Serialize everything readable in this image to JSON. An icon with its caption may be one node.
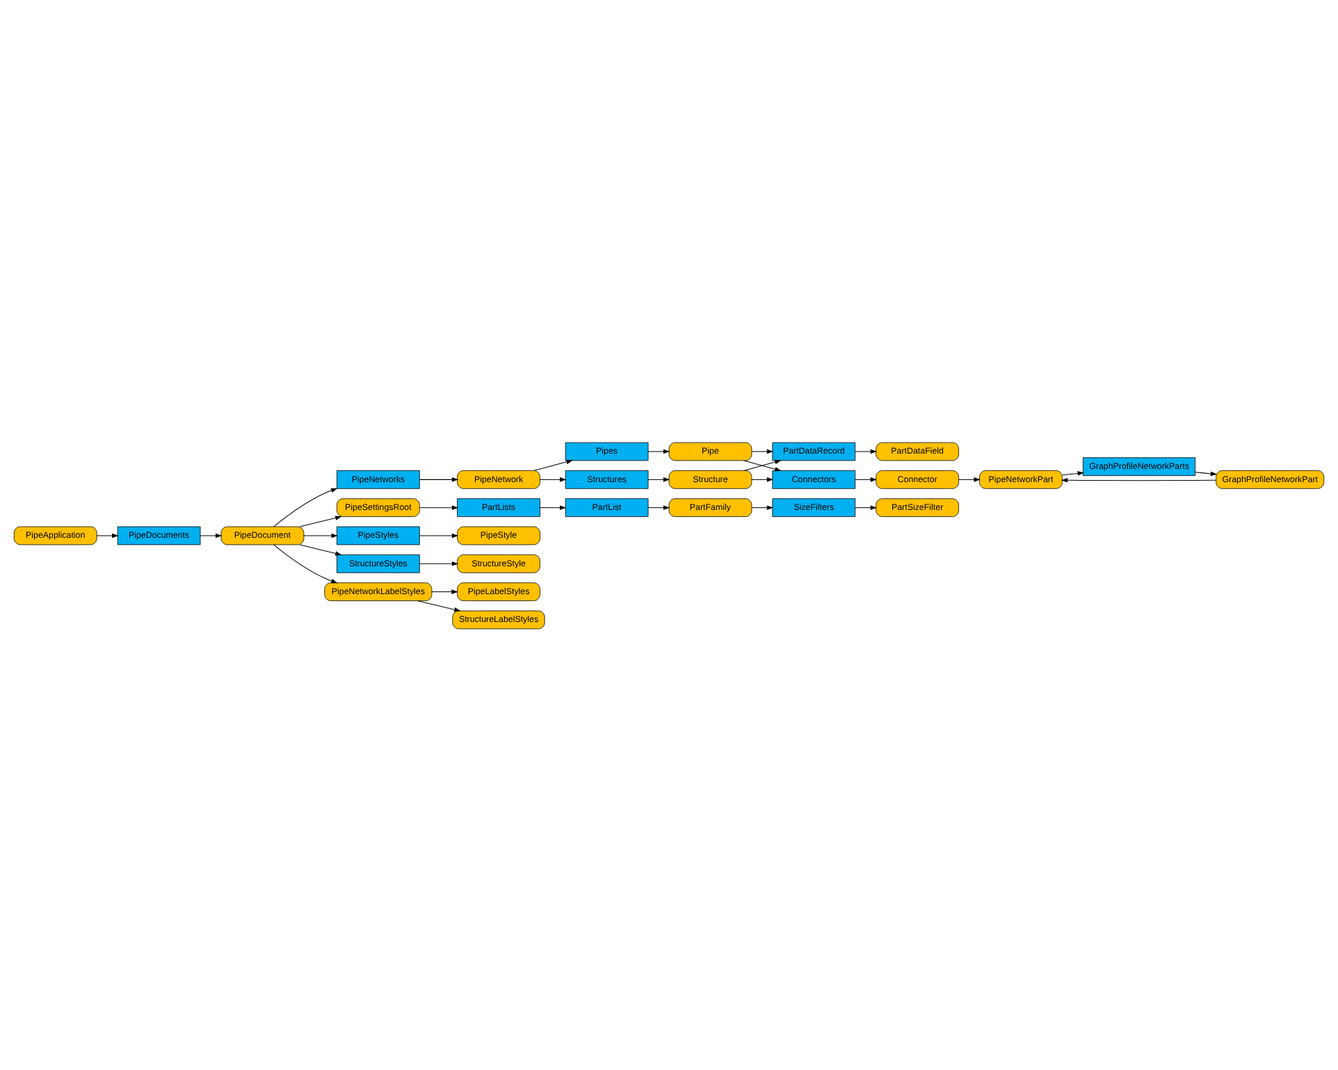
{
  "diagram": {
    "nodes": [
      {
        "text": [
          "PipeApplication"
        ]
      },
      {
        "text": [
          "PipeDocuments"
        ]
      },
      {
        "text": [
          "PipeDocument"
        ]
      },
      {
        "text": [
          "Pipes"
        ]
      },
      {
        "text": [
          "Connectors"
        ]
      },
      {
        "text": [
          "Pipe"
        ]
      },
      {
        "text": [
          "Connector"
        ]
      },
      {
        "text": [
          "PipeNetworkPart"
        ]
      },
      {
        "text": [
          "PipeNetworks"
        ]
      },
      {
        "text": [
          "PipeNetwork"
        ]
      },
      {
        "text": [
          "GraphProfileNetworkParts"
        ]
      },
      {
        "text": [
          "GraphProfileNetworkPart"
        ]
      },
      {
        "text": [
          "Structures"
        ]
      },
      {
        "text": [
          "Structure"
        ]
      },
      {
        "text": [
          "PartDataRecord"
        ]
      },
      {
        "text": [
          "PartDataField"
        ]
      },
      {
        "text": [
          "PipeSettingsRoot"
        ]
      },
      {
        "text": [
          "PartLists"
        ]
      },
      {
        "text": [
          "PartList"
        ]
      },
      {
        "text": [
          "PipeStyles"
        ]
      },
      {
        "text": [
          "PipeStyle"
        ]
      },
      {
        "text": [
          "PartFamily"
        ]
      },
      {
        "text": [
          "StructureStyles"
        ]
      },
      {
        "text": [
          "StructureStyle"
        ]
      },
      {
        "text": [
          "SizeFilters"
        ]
      },
      {
        "text": [
          "PipeNetworkLabelStyles"
        ]
      },
      {
        "text": [
          "PipeLabelStyles"
        ]
      },
      {
        "text": [
          "PartSizeFilter"
        ]
      },
      {
        "text": [
          "StructureLabelStyles"
        ]
      }
    ],
    "edges": [
      {
        "from": 0,
        "to": 1,
        "arrow": "to"
      },
      {
        "from": 1,
        "to": 2,
        "arrow": "to"
      },
      {
        "from": 2,
        "to": 8,
        "arrow": "to"
      },
      {
        "from": 2,
        "to": 16,
        "arrow": "to"
      },
      {
        "from": 2,
        "to": 19,
        "arrow": "to"
      },
      {
        "from": 2,
        "to": 22,
        "arrow": "to"
      },
      {
        "from": 2,
        "to": 25,
        "arrow": "to"
      },
      {
        "from": 8,
        "to": 9,
        "arrow": "to"
      },
      {
        "from": 9,
        "to": 3,
        "arrow": "to"
      },
      {
        "from": 9,
        "to": 12,
        "arrow": "to"
      },
      {
        "from": 3,
        "to": 5,
        "arrow": "to"
      },
      {
        "from": 5,
        "to": 4,
        "arrow": "to"
      },
      {
        "from": 5,
        "to": 14,
        "arrow": "to"
      },
      {
        "from": 12,
        "to": 13,
        "arrow": "to"
      },
      {
        "from": 13,
        "to": 4,
        "arrow": "to"
      },
      {
        "from": 13,
        "to": 14,
        "arrow": "to"
      },
      {
        "from": 4,
        "to": 6,
        "arrow": "to"
      },
      {
        "from": 6,
        "to": 7,
        "arrow": "to"
      },
      {
        "from": 7,
        "to": 10,
        "arrow": "to"
      },
      {
        "from": 10,
        "to": 11,
        "arrow": "to"
      },
      {
        "from": 11,
        "to": 7,
        "arrow": "to"
      },
      {
        "from": 14,
        "to": 15,
        "arrow": "to"
      },
      {
        "from": 16,
        "to": 17,
        "arrow": "to"
      },
      {
        "from": 17,
        "to": 18,
        "arrow": "to"
      },
      {
        "from": 18,
        "to": 21,
        "arrow": "to"
      },
      {
        "from": 21,
        "to": 24,
        "arrow": "to"
      },
      {
        "from": 24,
        "to": 27,
        "arrow": "to"
      },
      {
        "from": 19,
        "to": 20,
        "arrow": "to"
      },
      {
        "from": 22,
        "to": 23,
        "arrow": "to"
      },
      {
        "from": 25,
        "to": 26,
        "arrow": "to"
      },
      {
        "from": 25,
        "to": 28,
        "arrow": "to"
      }
    ]
  }
}
